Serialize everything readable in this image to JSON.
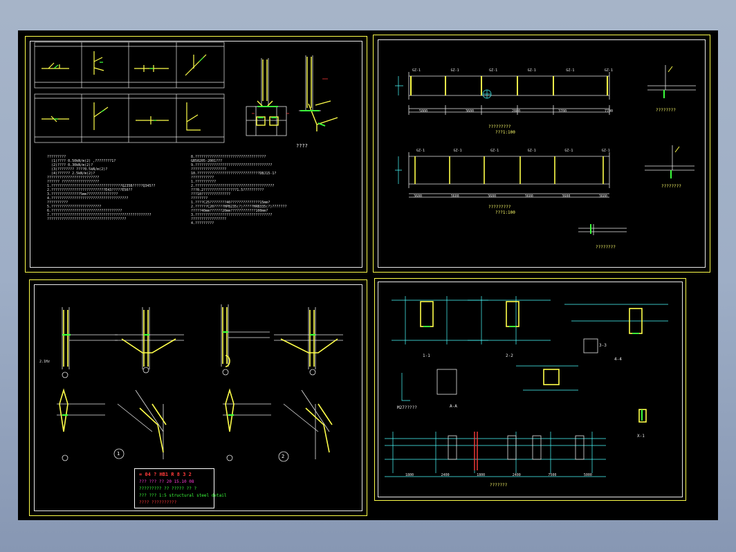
{
  "colors": {
    "background": "#9eaec6",
    "paper": "#000000",
    "sheet_border": "#ffff4a",
    "line_white": "#e8e8e8",
    "line_yellow": "#ffff4a",
    "line_cyan": "#4affff",
    "line_green": "#3bff3b",
    "line_red": "#ff3b3b",
    "line_magenta": "#ff3bd6"
  },
  "sheet1": {
    "section_title": "????",
    "notes_left": [
      "?????????",
      "(1)????     0.50kN/m(2) ,????????1?",
      "(2)????     0.30kN/m(2)?",
      "(3)????????    ????0.5kN/m(2)?",
      "(4)??????    2.5kN/m(2)?",
      "?????????????????????????",
      "??????  ??????????????????",
      "1.??????????????????????????????????Q235B?????Q345??",
      "2.??????????????????????????E43?????E50??",
      "3.??????????????5mm???????????????",
      "4.?????????????????????????????????????",
      "   ??????????",
      "5.????????????????????????",
      "6.??????????????????????????????????",
      "7.????????????????????????????????????????????????",
      "   ??????????????????????????????????????"
    ],
    "notes_right": [
      "8.??????????????????????????????????",
      "   GB50205-2001???",
      "9.?????????????????????????????????????",
      "   ?????????????????",
      "10.??????????????????????????????DBJ15-1?",
      "???????????",
      "1.??????????",
      "2.??????????????????????????????????????",
      "   ???0.2????????????????1.5??????????",
      "   ???10??????????????",
      "????????",
      "1.????C25????????40??????????????15mm?",
      "2.??????C20?????HPB235(?)?????HRB335(?)???????",
      "   ?????40mm??????20mm????????????100mm?",
      "3.?????????????????????????????????????",
      "   ?????????????????",
      "4.?????????"
    ]
  },
  "sheet2": {
    "plan1_title": "?????????",
    "plan1_scale": "???1:100",
    "plan2_title": "?????????",
    "plan2_scale": "???1:100",
    "detail_right_top": "????????",
    "detail_right_mid": "????????",
    "detail_bottom": "????????",
    "dims_plan1": [
      "5000",
      "3600",
      "2800",
      "3700",
      "7700"
    ],
    "dims_plan2": [
      "3600",
      "3600",
      "3600",
      "3600",
      "3600",
      "3600"
    ],
    "tags_plan1": [
      "GZ-1",
      "GZ-1",
      "GZ-1",
      "GZ-1",
      "GZ-1",
      "GZ-1"
    ],
    "tags_plan2": [
      "GZ-1",
      "GZ-1",
      "GZ-1",
      "GZ-1",
      "GZ-1",
      "GZ-1"
    ]
  },
  "sheet3": {
    "circle_labels": [
      "1",
      "2"
    ],
    "side_label": "2.1Hz",
    "titleblock": {
      "line1": "= 04  ?    HB1 R 8 3 2    ",
      "line2": "??? ??? ??    20 15.10 08",
      "line3": "????????? ?? ?????  ?? ?",
      "line4": "???  ??? 1:5 structural steel detail",
      "line5": "???? ??????????"
    }
  },
  "sheet4": {
    "sections": [
      "1-1",
      "2-2",
      "3-3",
      "4-4",
      "A-A",
      "X-1"
    ],
    "bolt_label": "M27?????",
    "plan_title": "???????",
    "dims_bottom": [
      "1800",
      "2400",
      "1800",
      "2400",
      "7500",
      "5000"
    ]
  }
}
